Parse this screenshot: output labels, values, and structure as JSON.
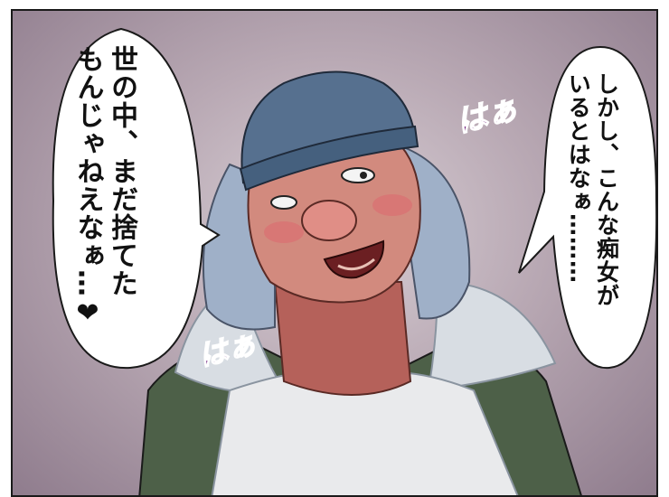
{
  "speech_left": {
    "line1": "世の中、まだ捨てた",
    "line2": "もんじゃねえなぁ…",
    "heart": "❤"
  },
  "speech_right": {
    "line1": "しかし、こんな痴女が",
    "line2": "いるとはなぁ………"
  },
  "sfx": {
    "top": "はぁ",
    "bottom": "はぁ"
  },
  "colors": {
    "background": "#b9a9b4",
    "hat": "#56708f",
    "hair": "#9fb0c8",
    "jacket": "#4d6048",
    "skin": "#c8776c",
    "sfx": "#7a2e86"
  }
}
